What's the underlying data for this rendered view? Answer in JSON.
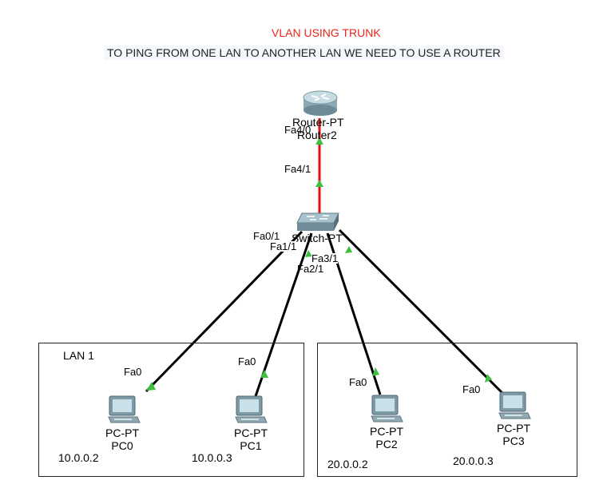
{
  "header": {
    "title": "VLAN USING TRUNK",
    "subtitle": "TO PING FROM ONE LAN TO ANOTHER LAN WE NEED TO USE A ROUTER"
  },
  "router": {
    "type": "Router-PT",
    "name": "Router2"
  },
  "switch": {
    "type": "Switch-PT"
  },
  "ports": {
    "router_fa40": "Fa4/0",
    "switch_fa41": "Fa4/1",
    "switch_fa01": "Fa0/1",
    "switch_fa11": "Fa1/1",
    "switch_fa21": "Fa2/1",
    "switch_fa31": "Fa3/1",
    "pc0_fa0": "Fa0",
    "pc1_fa0": "Fa0",
    "pc2_fa0": "Fa0",
    "pc3_fa0": "Fa0"
  },
  "lans": {
    "lan1_label": "LAN 1"
  },
  "pcs": [
    {
      "type": "PC-PT",
      "name": "PC0",
      "ip": "10.0.0.2"
    },
    {
      "type": "PC-PT",
      "name": "PC1",
      "ip": "10.0.0.3"
    },
    {
      "type": "PC-PT",
      "name": "PC2",
      "ip": "20.0.0.2"
    },
    {
      "type": "PC-PT",
      "name": "PC3",
      "ip": "20.0.0.3"
    }
  ],
  "colors": {
    "trunk_link": "#e01010",
    "access_link": "#000000",
    "link_up": "#3fbf3f",
    "title": "#e8241b"
  }
}
